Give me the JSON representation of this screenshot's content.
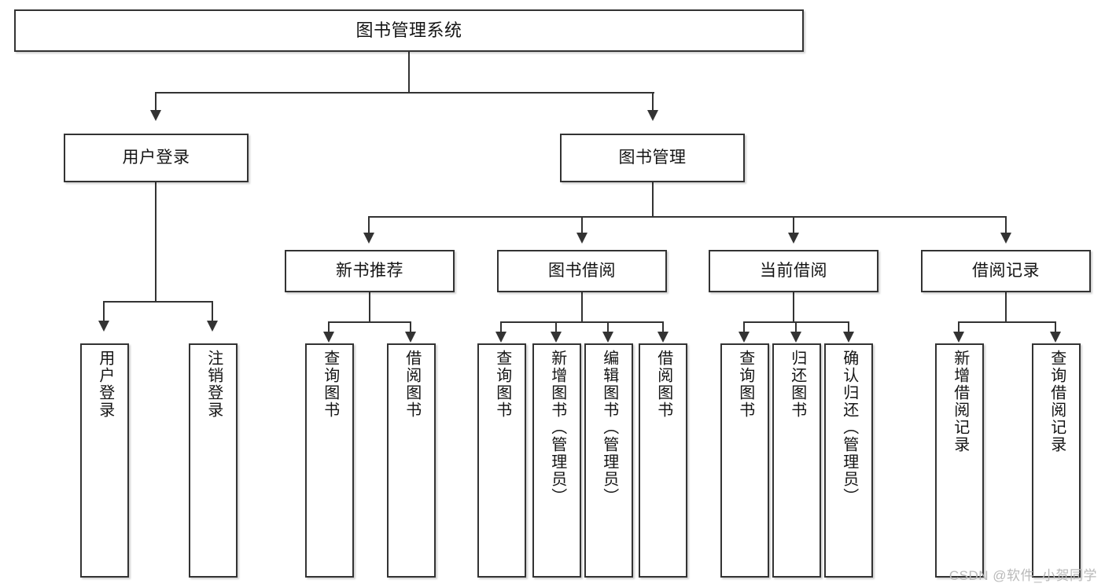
{
  "diagram": {
    "title": "图书管理系统",
    "type": "tree-hierarchy",
    "levels": 4,
    "root": {
      "label": "图书管理系统"
    },
    "level2": [
      {
        "label": "用户登录"
      },
      {
        "label": "图书管理"
      }
    ],
    "level3": [
      {
        "label": "新书推荐"
      },
      {
        "label": "图书借阅"
      },
      {
        "label": "当前借阅"
      },
      {
        "label": "借阅记录"
      }
    ],
    "leaves": {
      "user_login": [
        {
          "label": "用户登录"
        },
        {
          "label": "注销登录"
        }
      ],
      "new_book_recommend": [
        {
          "label": "查询图书"
        },
        {
          "label": "借阅图书"
        }
      ],
      "book_borrow": [
        {
          "label": "查询图书"
        },
        {
          "label": "新增图书（管理员）"
        },
        {
          "label": "编辑图书（管理员）"
        },
        {
          "label": "借阅图书"
        }
      ],
      "current_borrow": [
        {
          "label": "查询图书"
        },
        {
          "label": "归还图书"
        },
        {
          "label": "确认归还（管理员）"
        }
      ],
      "borrow_record": [
        {
          "label": "新增借阅记录"
        },
        {
          "label": "查询借阅记录"
        }
      ]
    }
  },
  "watermark": {
    "text": "CSDN @软件_小贺同学"
  },
  "colors": {
    "border": "#333333",
    "background": "#ffffff",
    "text": "#141414",
    "watermark": "#b9b9b9"
  }
}
